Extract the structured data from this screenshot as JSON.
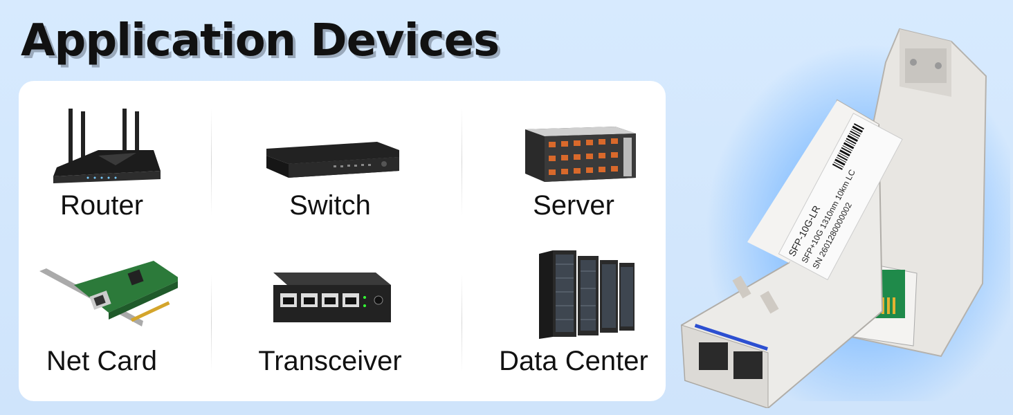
{
  "title": "Application Devices",
  "devices": [
    {
      "label": "Router",
      "icon": "router-icon"
    },
    {
      "label": "Switch",
      "icon": "switch-icon"
    },
    {
      "label": "Server",
      "icon": "server-icon"
    },
    {
      "label": "Net Card",
      "icon": "net-card-icon"
    },
    {
      "label": "Transceiver",
      "icon": "transceiver-icon"
    },
    {
      "label": "Data Center",
      "icon": "data-center-icon"
    }
  ],
  "module_label": {
    "line1": "SFP-10G-LR",
    "line2": "SFP+10G 1310nm 10km LC",
    "line3": "SN 2601280000002"
  },
  "colors": {
    "accent_glow": "#5aa6ff",
    "background": "#d7eafe"
  }
}
